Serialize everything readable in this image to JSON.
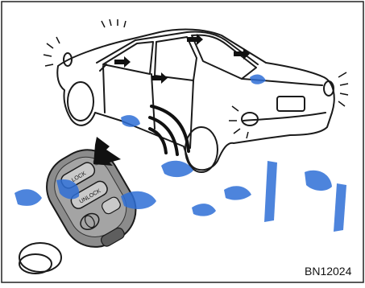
{
  "figure": {
    "code": "BN12024",
    "key_fob": {
      "lock_label": "LOCK",
      "unlock_label": "UNLOCK"
    }
  },
  "colors": {
    "line": "#1a1a1a",
    "fob_body": "#8c8c8c",
    "fob_dark": "#5e5e5e",
    "fob_light": "#c9c9c9",
    "watermark": "#2f6fd6"
  }
}
